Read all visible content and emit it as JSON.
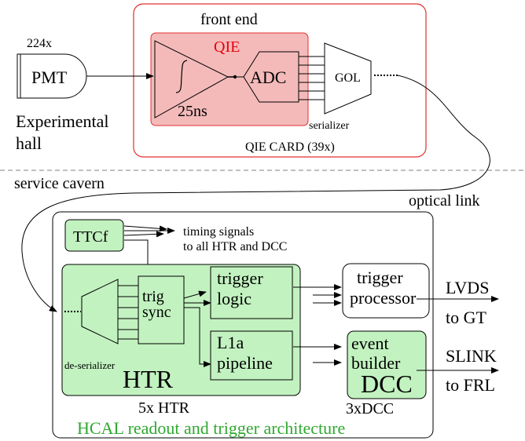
{
  "top": {
    "pmt_count": "224x",
    "pmt_label": "PMT",
    "location_label_line1": "Experimental",
    "location_label_line2": "hall",
    "front_end_label": "front end",
    "qie_label": "QIE",
    "adc_label": "ADC",
    "integrator_time": "25ns",
    "gol_label": "GOL",
    "serializer_label": "serializer",
    "qie_card_label": "QIE CARD (39x)"
  },
  "divider": {
    "service_cavern_label": "service cavern",
    "optical_link_label": "optical link"
  },
  "bottom": {
    "ttcf_label": "TTCf",
    "timing_line1": "timing signals",
    "timing_line2": "to all HTR and DCC",
    "trig_sync_line1": "trig",
    "trig_sync_line2": "sync",
    "trigger_logic_line1": "trigger",
    "trigger_logic_line2": "logic",
    "l1a_line1": "L1a",
    "l1a_line2": "pipeline",
    "deserializer_label": "de-serializer",
    "htr_label": "HTR",
    "htr_count": "5x HTR",
    "trigger_processor_line1": "trigger",
    "trigger_processor_line2": "processor",
    "lvds_line1": "LVDS",
    "lvds_line2": "to GT",
    "event_builder_line1": "event",
    "event_builder_line2": "builder",
    "dcc_label": "DCC",
    "dcc_count": "3xDCC",
    "slink_line1": "SLINK",
    "slink_line2": "to FRL",
    "architecture_title": "HCAL readout and trigger architecture"
  },
  "colors": {
    "qie_fill": "#f4baba",
    "qie_red": "#e8000b",
    "card_border": "#e03030",
    "green_fill": "#c2f2c0",
    "title_green": "#2fa82f",
    "divider_gray": "#999999"
  }
}
